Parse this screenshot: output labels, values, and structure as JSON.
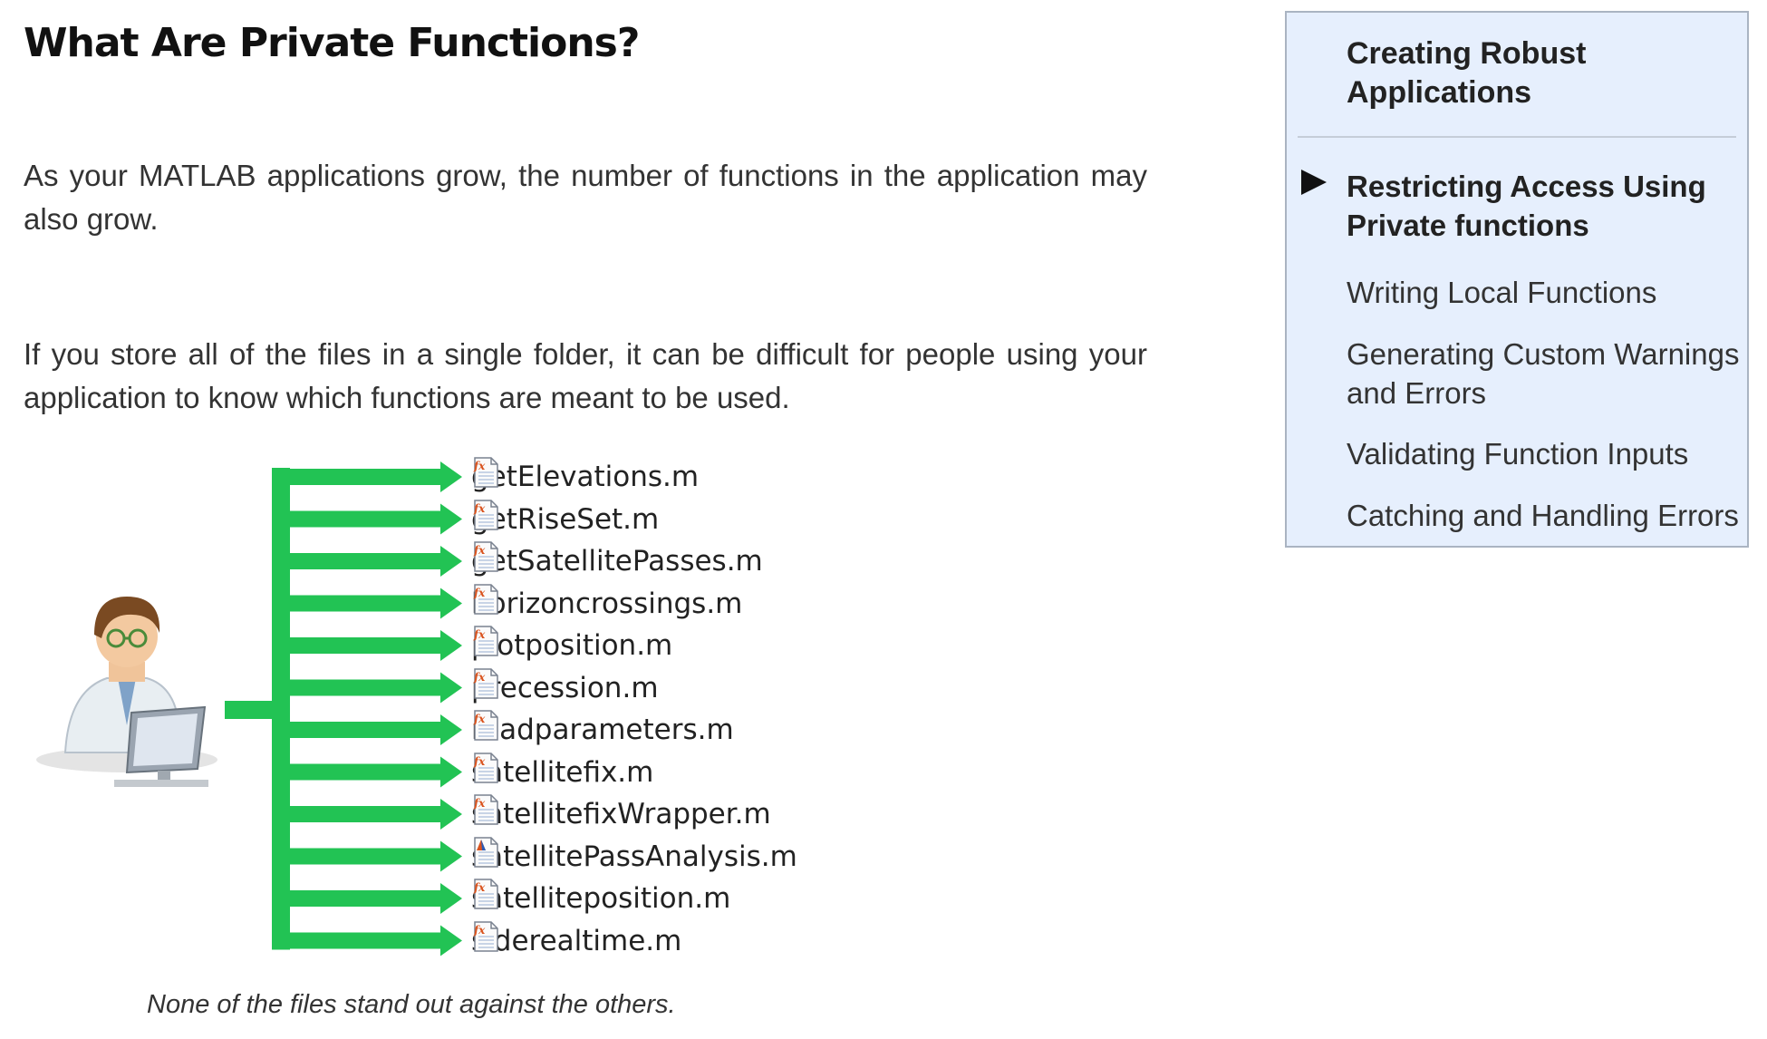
{
  "main": {
    "title": "What Are Private Functions?",
    "paragraphs": [
      "As your MATLAB applications grow, the number of functions in the application may also grow.",
      "If you store all of the files in a single folder, it can be difficult for people using your application to know which functions are meant to be used."
    ],
    "figure": {
      "arrow_color": "#22c354",
      "files": [
        {
          "name": "getElevations.m",
          "icon": "function-file-icon"
        },
        {
          "name": "getRiseSet.m",
          "icon": "function-file-icon"
        },
        {
          "name": "getSatellitePasses.m",
          "icon": "function-file-icon"
        },
        {
          "name": "horizoncrossings.m",
          "icon": "function-file-icon"
        },
        {
          "name": "plotposition.m",
          "icon": "function-file-icon"
        },
        {
          "name": "precession.m",
          "icon": "function-file-icon"
        },
        {
          "name": "readparameters.m",
          "icon": "function-file-icon"
        },
        {
          "name": "satellitefix.m",
          "icon": "function-file-icon"
        },
        {
          "name": "satellitefixWrapper.m",
          "icon": "function-file-icon"
        },
        {
          "name": "satellitePassAnalysis.m",
          "icon": "script-file-icon"
        },
        {
          "name": "satelliteposition.m",
          "icon": "function-file-icon"
        },
        {
          "name": "siderealtime.m",
          "icon": "function-file-icon"
        }
      ],
      "caption": "None of the files stand out against the others."
    }
  },
  "sidebar": {
    "title": "Creating Robust Applications",
    "background": "#e6effd",
    "items": [
      {
        "label": "Restricting Access Using Private functions",
        "active": true
      },
      {
        "label": "Writing Local Functions",
        "active": false
      },
      {
        "label": "Generating Custom Warnings and Errors",
        "active": false
      },
      {
        "label": "Validating Function Inputs",
        "active": false
      },
      {
        "label": "Catching and Handling Errors",
        "active": false
      }
    ]
  }
}
